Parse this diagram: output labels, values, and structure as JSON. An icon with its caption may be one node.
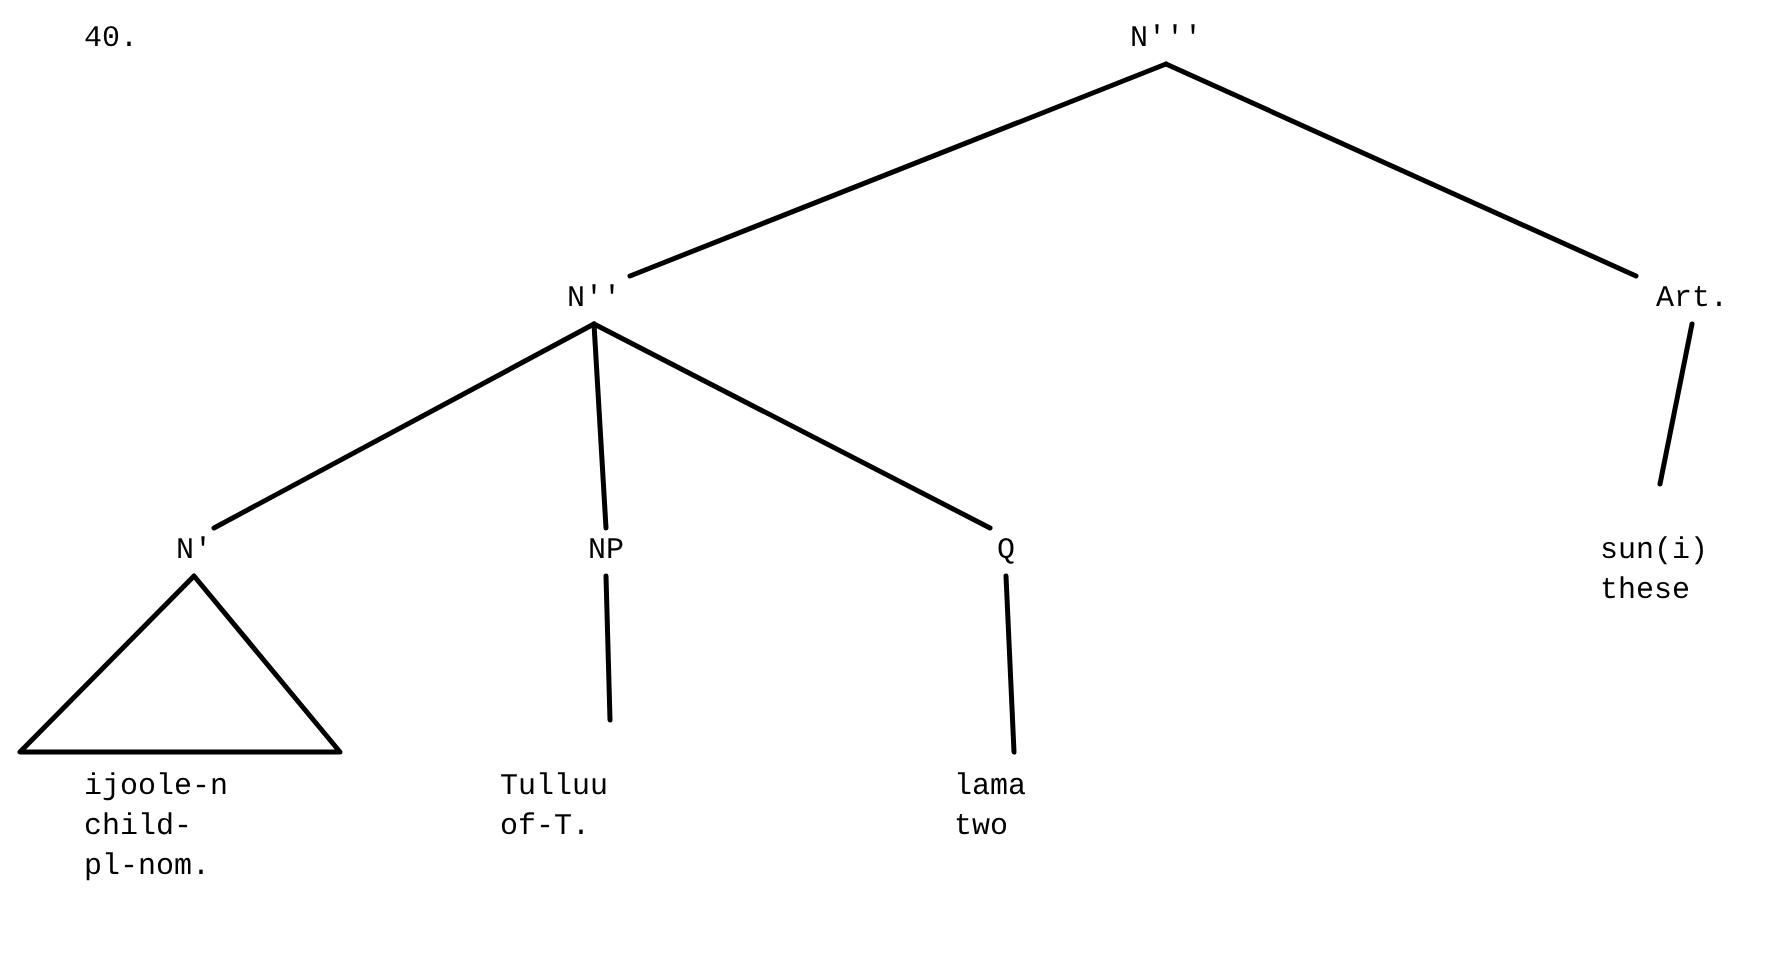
{
  "diagram": {
    "nodes": [
      {
        "text": [
          "N'''"
        ]
      },
      {
        "text": [
          "N''"
        ]
      },
      {
        "text": [
          "Art."
        ]
      },
      {
        "text": [
          "N'"
        ]
      },
      {
        "text": [
          "NP"
        ]
      },
      {
        "text": [
          "Q"
        ]
      },
      {
        "text": [
          "ijoole-n",
          "child- pl-nom."
        ]
      },
      {
        "text": [
          "Tulluu",
          "of-T."
        ]
      },
      {
        "text": [
          "lama",
          "two"
        ]
      },
      {
        "text": [
          "sun(i)",
          "these"
        ]
      }
    ],
    "edges": [
      {
        "from": 0,
        "to": 1,
        "arrow": "none"
      },
      {
        "from": 0,
        "to": 2,
        "arrow": "none"
      },
      {
        "from": 1,
        "to": 3,
        "arrow": "none"
      },
      {
        "from": 1,
        "to": 4,
        "arrow": "none"
      },
      {
        "from": 1,
        "to": 5,
        "arrow": "none"
      },
      {
        "from": 3,
        "to": 6,
        "arrow": "none"
      },
      {
        "from": 4,
        "to": 7,
        "arrow": "none"
      },
      {
        "from": 5,
        "to": 8,
        "arrow": "none"
      },
      {
        "from": 2,
        "to": 9,
        "arrow": "none"
      }
    ],
    "labels": [
      "40."
    ]
  }
}
